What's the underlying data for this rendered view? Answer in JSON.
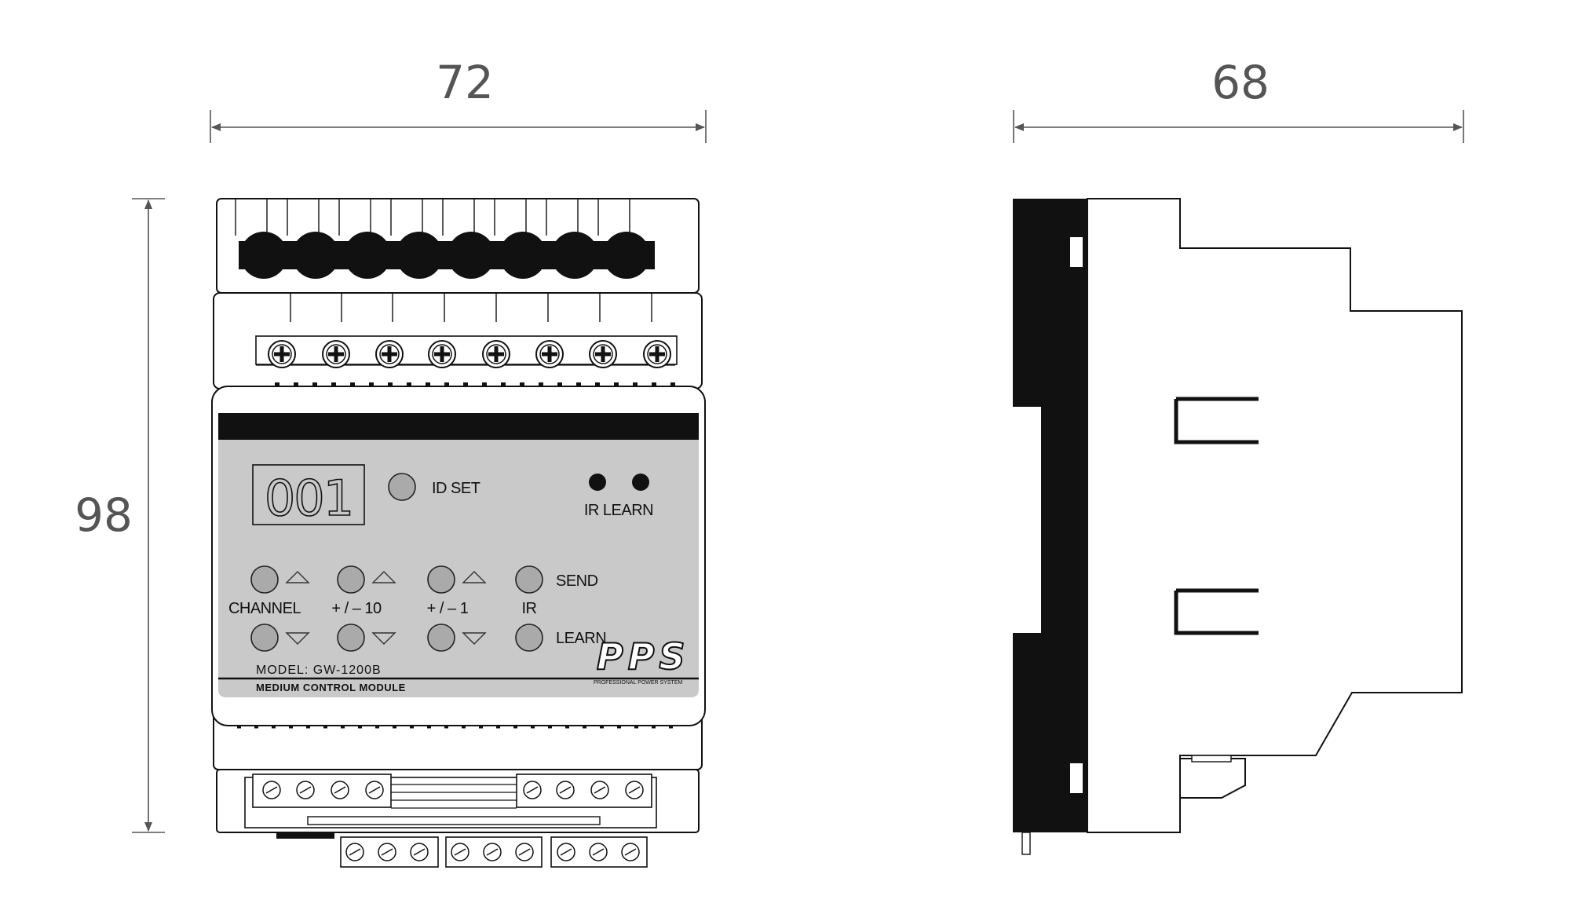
{
  "dimensions": {
    "front_width": "72",
    "height": "98",
    "side_depth": "68"
  },
  "display": {
    "digits": "001"
  },
  "labels": {
    "id_set": "ID SET",
    "ir_learn": "IR LEARN",
    "channel": "CHANNEL",
    "plus_minus_10": "+ / – 10",
    "plus_minus_1": "+ / – 1",
    "send": "SEND",
    "ir": "IR",
    "learn": "LEARN",
    "model": "MODEL: GW-1200B",
    "module_type": "MEDIUM CONTROL MODULE",
    "brand": "PPS",
    "brand_tagline": "PROFESSIONAL POWER SYSTEM"
  },
  "colors": {
    "panel": "#c9c9c9",
    "ink": "#111111",
    "dimension": "#555555",
    "button": "#aaaaaa"
  }
}
